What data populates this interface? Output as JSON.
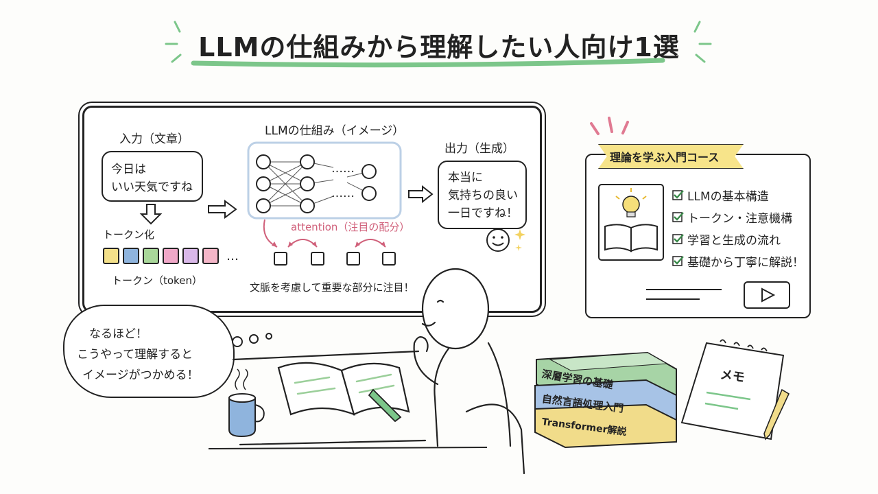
{
  "title": "LLMの仕組みから理解したい人向け1選",
  "board": {
    "input_heading": "入力（文章）",
    "input_line1": "今日は",
    "input_line2": "いい天気ですね",
    "tokenize_label": "トークン化",
    "token_label": "トークン（token）",
    "token_colors": [
      "#f3e08a",
      "#8fb4dd",
      "#a9d79a",
      "#f0a8c8",
      "#d9b8e8",
      "#f4b6c8"
    ],
    "llm_heading": "LLMの仕組み（イメージ）",
    "attention_label": "attention（注目の配分）",
    "context_note": "文脈を考慮して重要な部分に注目！",
    "output_heading": "出力（生成）",
    "output_line1": "本当に",
    "output_line2": "気持ちの良い",
    "output_line3": "一日ですね！",
    "ellipsis": "…",
    "network_ellipsis": "……"
  },
  "course": {
    "ribbon_label": "理論を学ぶ入門コース",
    "items": [
      "LLMの基本構造",
      "トークン・注意機構",
      "学習と生成の流れ",
      "基礎から丁寧に解説！"
    ]
  },
  "thought": {
    "line1": "なるほど！",
    "line2": "こうやって理解すると",
    "line3": "イメージがつかめる！"
  },
  "books": [
    "深層学習の基礎",
    "自然言語処理入門",
    "Transformer解説"
  ],
  "memo": {
    "label": "メモ"
  },
  "colors": {
    "accent_green": "#7cc68a",
    "attention_pink": "#d0607a",
    "book_green": "#a7d4a6",
    "book_blue": "#a7c3e6",
    "book_yellow": "#f1dc8a",
    "ribbon_yellow": "#f7e48a"
  },
  "icons": [
    "lightbulb-icon",
    "open-book-icon",
    "check-icon",
    "play-icon",
    "smiley-icon",
    "sparkle-icon",
    "pencil-icon",
    "coffee-mug-icon"
  ]
}
